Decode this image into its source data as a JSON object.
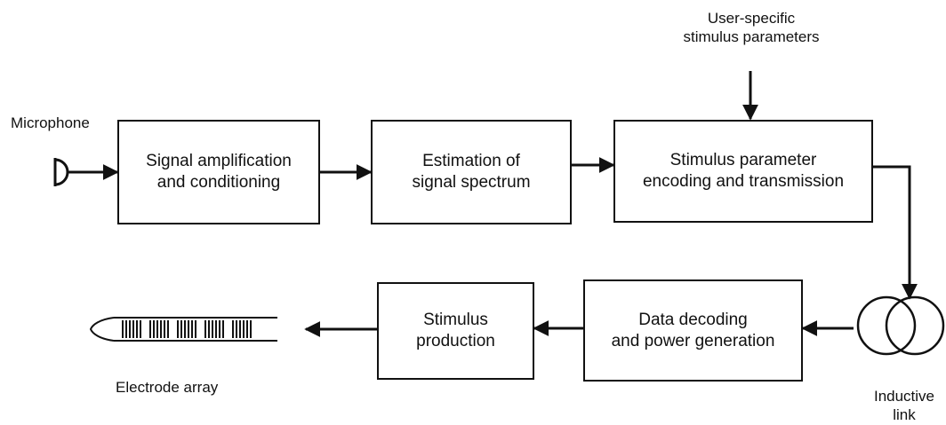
{
  "microphone_label": "Microphone",
  "user_params_label": "User-specific\nstimulus parameters",
  "electrode_label": "Electrode array",
  "inductive_label": "Inductive\nlink",
  "boxes": {
    "amplification": "Signal amplification\nand conditioning",
    "spectrum": "Estimation of\nsignal spectrum",
    "encoding": "Stimulus parameter\nencoding and transmission",
    "decoding": "Data decoding\nand power generation",
    "production": "Stimulus\nproduction"
  }
}
